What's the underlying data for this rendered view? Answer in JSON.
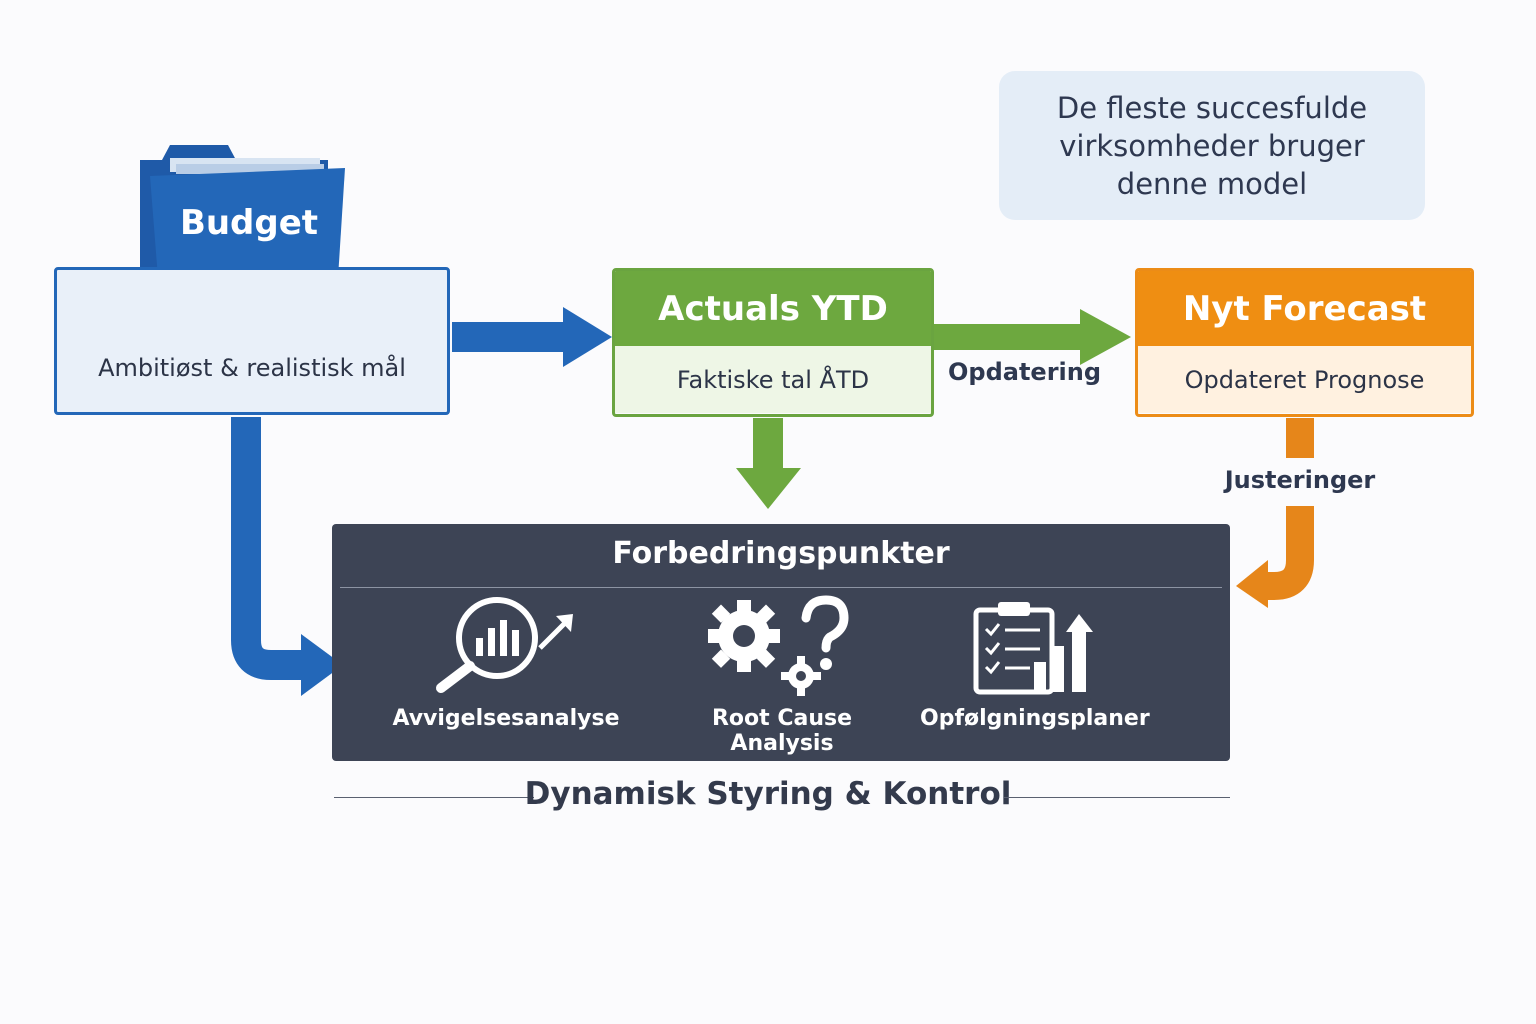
{
  "callout": {
    "line1": "De fleste succesfulde",
    "line2": "virksomheder bruger",
    "line3": "denne model"
  },
  "budget": {
    "title": "Budget",
    "description": "Ambitiøst & realistisk mål"
  },
  "actuals": {
    "title": "Actuals YTD",
    "description": "Faktiske tal ÅTD"
  },
  "forecast": {
    "title": "Nyt Forecast",
    "description": "Opdateret Prognose"
  },
  "edges": {
    "update_label": "Opdatering",
    "adjust_label": "Justeringer"
  },
  "improvements": {
    "title": "Forbedringspunkter",
    "items": [
      {
        "label": "Avvigelsesanalyse",
        "icon": "magnifier-chart-icon"
      },
      {
        "label": "Root Cause Analysis",
        "icon": "gears-question-icon"
      },
      {
        "label": "Opfølgningsplaner",
        "icon": "checklist-growth-icon"
      }
    ]
  },
  "footer": {
    "title": "Dynamisk Styring & Kontrol"
  },
  "colors": {
    "blue": "#2367b8",
    "green": "#6da83f",
    "orange": "#ef8e12",
    "panel": "#3d4455",
    "callout_bg": "#e4edf7"
  }
}
